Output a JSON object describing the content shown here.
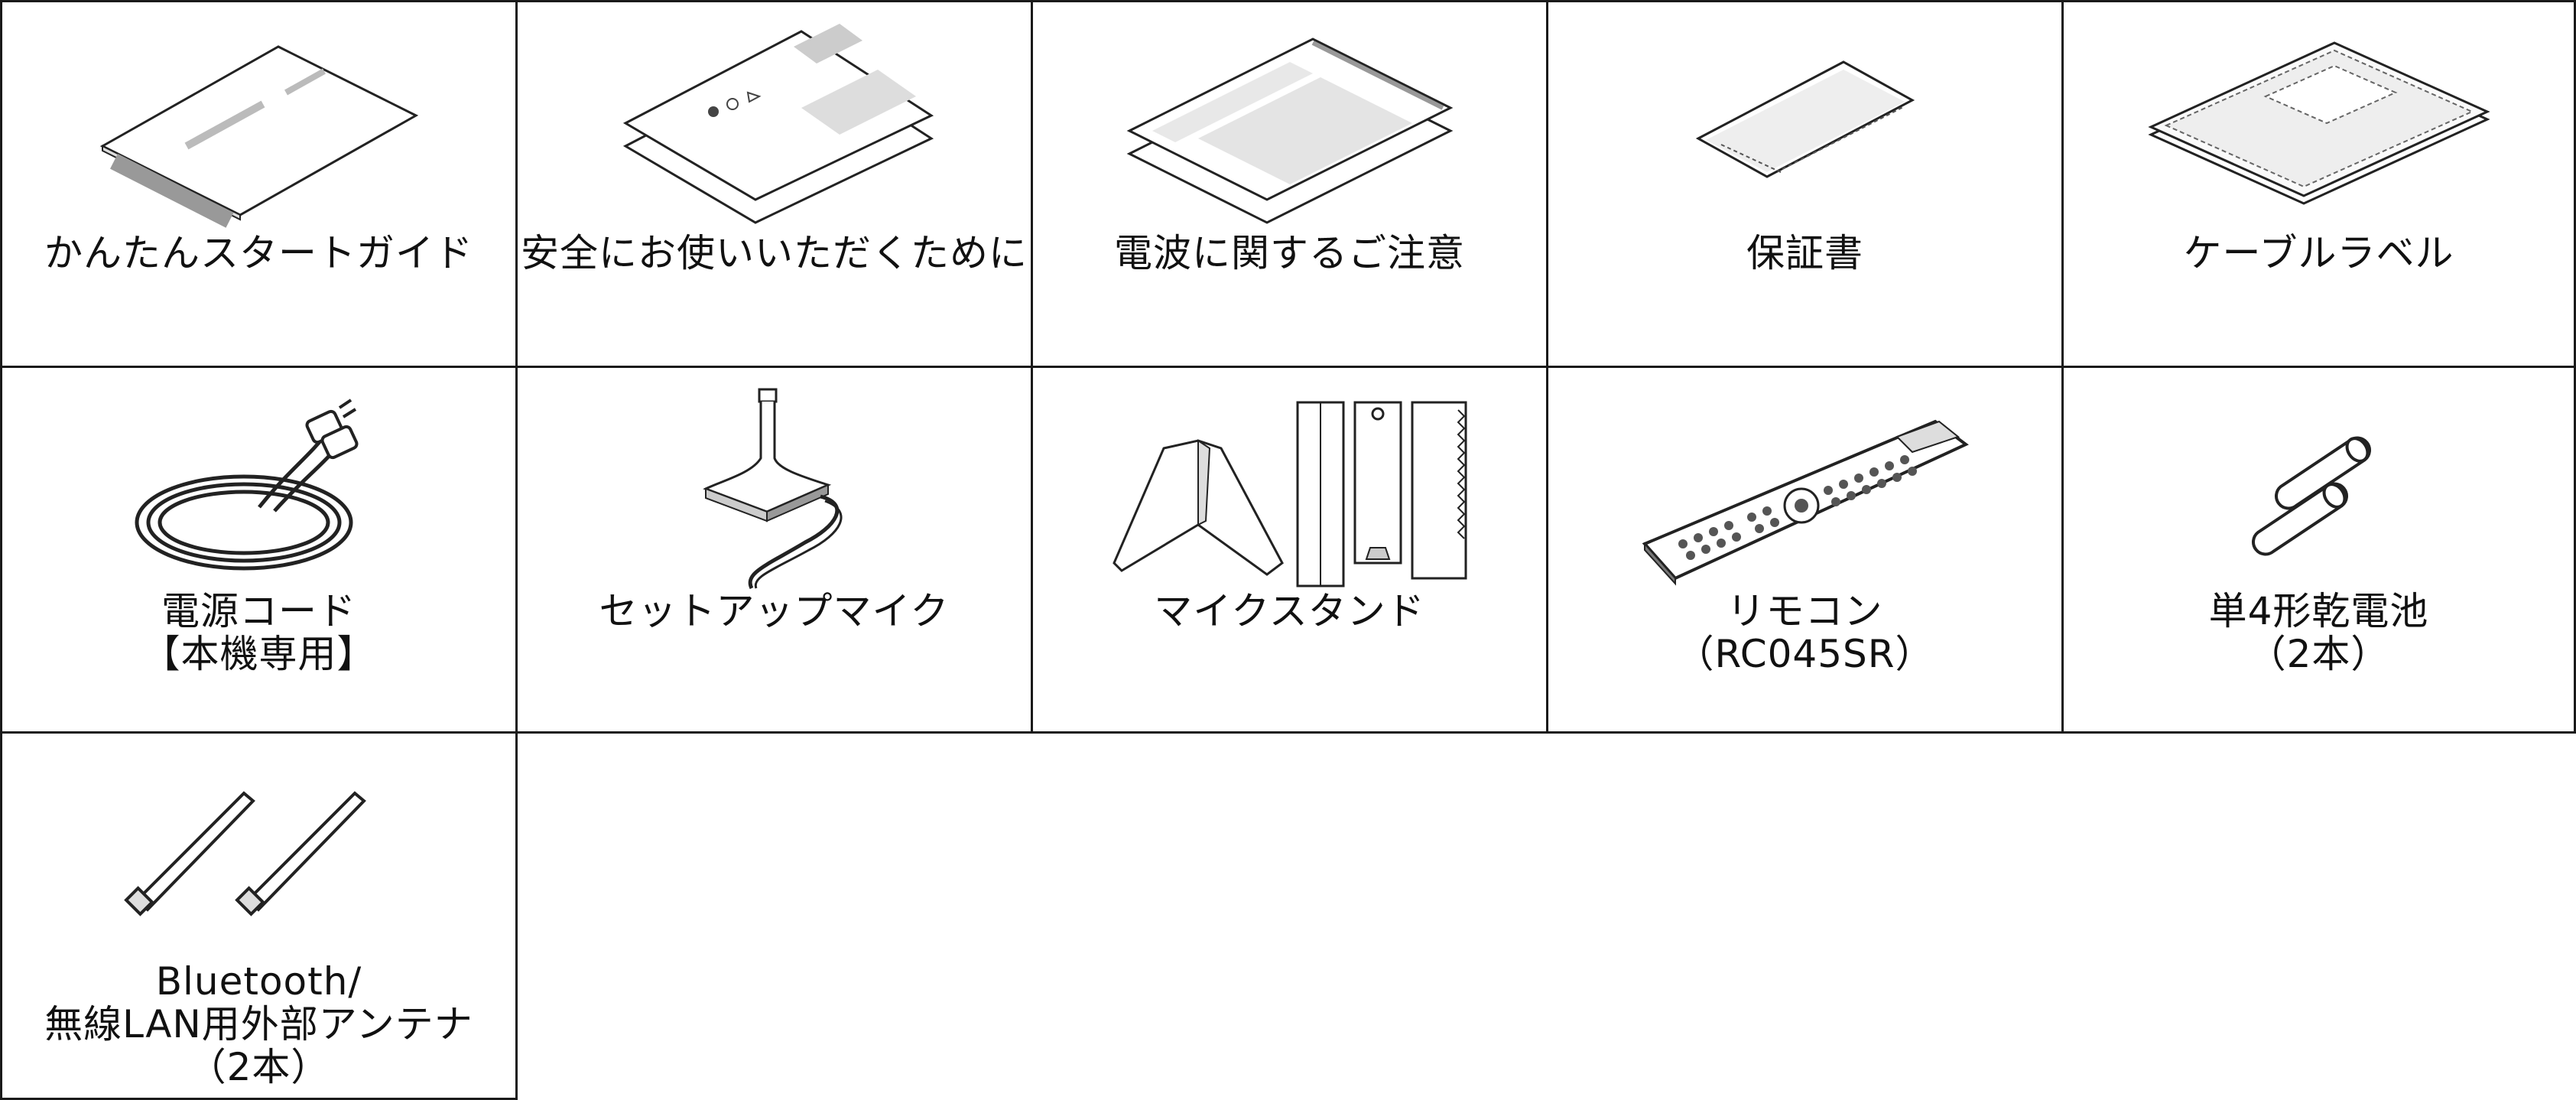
{
  "accessories": [
    {
      "id": "quick-start-guide",
      "lines": [
        "かんたんスタートガイド"
      ],
      "icon": "booklet-icon"
    },
    {
      "id": "safety-instructions",
      "lines": [
        "安全にお使いいただくために"
      ],
      "icon": "leaflet-icon"
    },
    {
      "id": "radio-notes",
      "lines": [
        "電波に関するご注意"
      ],
      "icon": "folded-sheet-icon"
    },
    {
      "id": "warranty",
      "lines": [
        "保証書"
      ],
      "icon": "warranty-card-icon"
    },
    {
      "id": "cable-labels",
      "lines": [
        "ケーブルラベル"
      ],
      "icon": "label-sheet-icon"
    },
    {
      "id": "power-cord",
      "lines": [
        "電源コード",
        "【本機専用】"
      ],
      "icon": "power-cord-icon"
    },
    {
      "id": "setup-mic",
      "lines": [
        "セットアップマイク"
      ],
      "icon": "microphone-icon"
    },
    {
      "id": "mic-stand",
      "lines": [
        "マイクスタンド"
      ],
      "icon": "mic-stand-icon"
    },
    {
      "id": "remote",
      "lines": [
        "リモコン",
        "（RC045SR）"
      ],
      "icon": "remote-control-icon"
    },
    {
      "id": "batteries",
      "lines": [
        "単4形乾電池",
        "（2本）"
      ],
      "icon": "battery-icon"
    },
    {
      "id": "antennas",
      "lines": [
        "Bluetooth/",
        "無線LAN用外部アンテナ",
        "（2本）"
      ],
      "icon": "antenna-icon"
    }
  ]
}
